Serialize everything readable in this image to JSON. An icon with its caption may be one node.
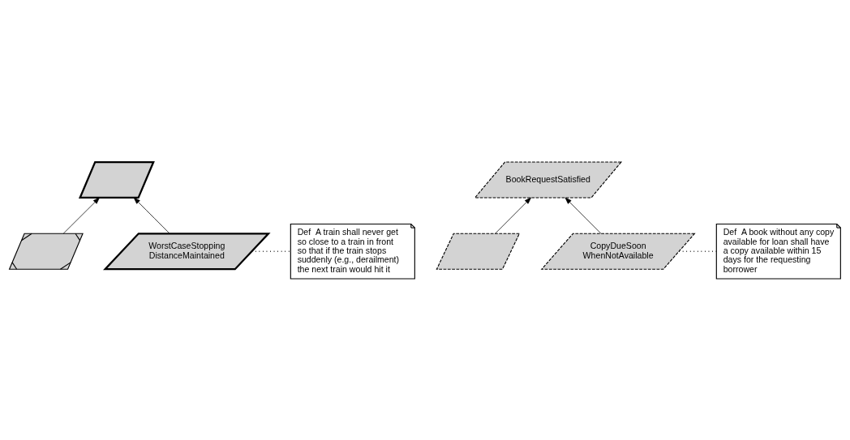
{
  "diagram": {
    "nodes": [
      {
        "text": [],
        "shape": "parallelogram"
      },
      {
        "text": [],
        "shape": "parallelogram"
      },
      {
        "text": [
          "WorstCaseStopping DistanceMaintained"
        ]
      },
      {
        "text": [
          "Def  A train shall never get so close to a train in front so that if the train stops suddenly (e.g., derailment) the next train would hit it"
        ]
      },
      {
        "text": [
          "BookRequestSatisfied"
        ]
      },
      {
        "text": [],
        "shape": "parallelogram"
      },
      {
        "text": [
          "CopyDueSoon WhenNotAvailable"
        ]
      },
      {
        "text": [
          "Def  A book without any copy available for loan shall have a copy available within 15 days for the requesting borrower"
        ]
      }
    ],
    "edges": [
      {
        "from": 1,
        "to": 0,
        "arrow": "to"
      },
      {
        "from": 2,
        "to": 0,
        "arrow": "to"
      },
      {
        "from": 2,
        "to": 3,
        "arrow": "none",
        "style": "dashed"
      },
      {
        "from": 5,
        "to": 4,
        "arrow": "to"
      },
      {
        "from": 6,
        "to": 4,
        "arrow": "to"
      },
      {
        "from": 6,
        "to": 7,
        "arrow": "none",
        "style": "dashed"
      }
    ]
  }
}
